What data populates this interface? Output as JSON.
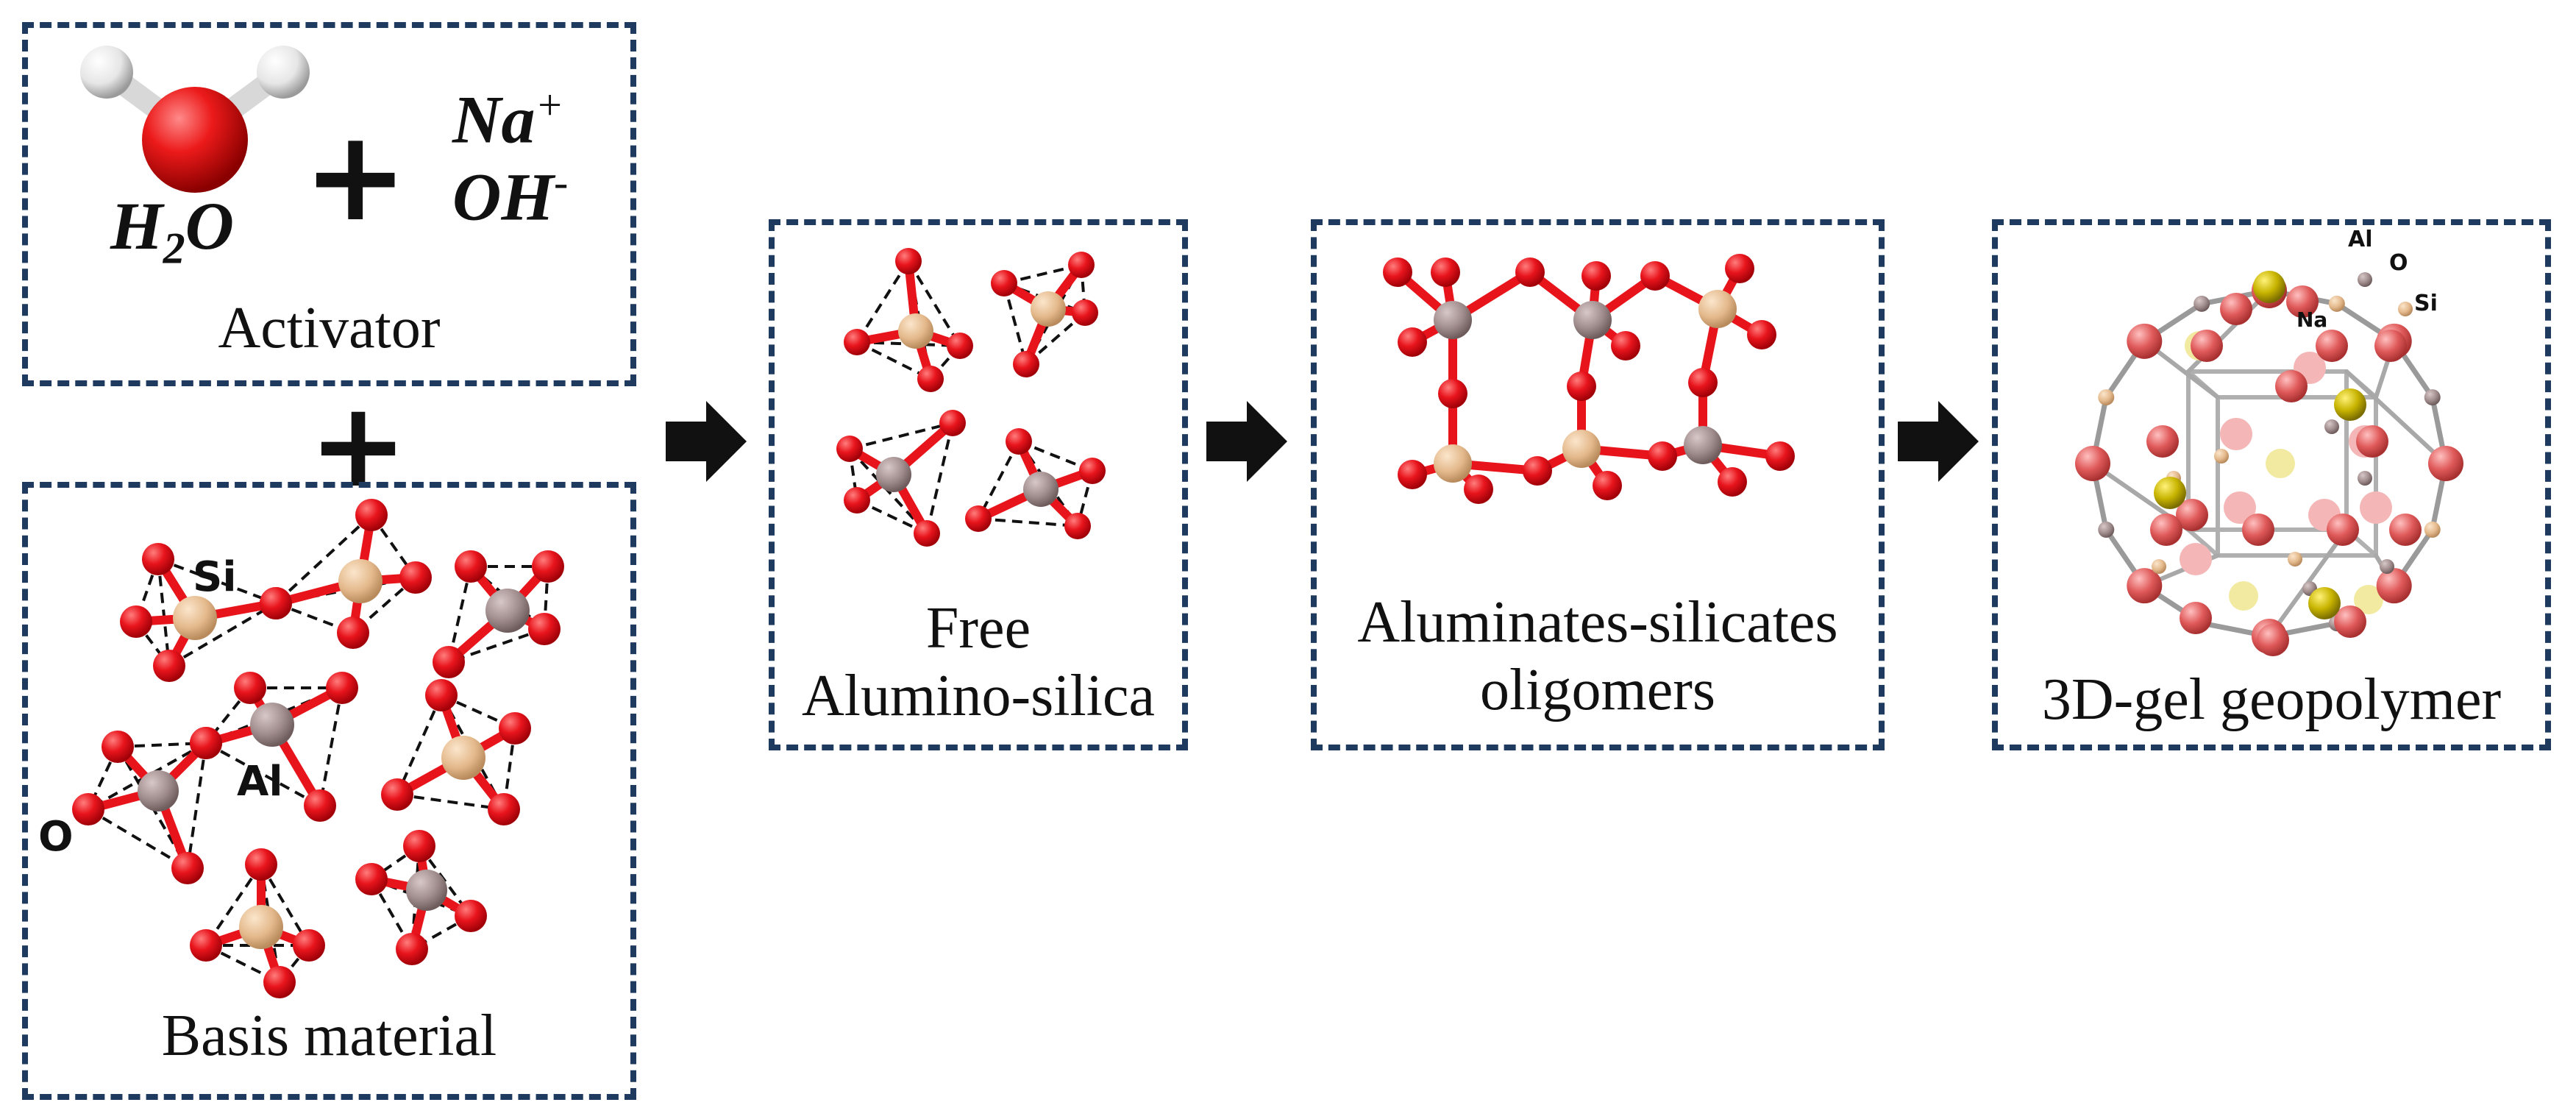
{
  "activator": {
    "h": "H",
    "sub2": "2",
    "o": "O",
    "na": "Na",
    "plus_sup": "+",
    "oh": "OH",
    "minus_sup": "-",
    "plus_sign": "+",
    "label": "Activator"
  },
  "between_plus": "+",
  "basis": {
    "label": "Basis material",
    "si": "Si",
    "al": "Al",
    "o": "O"
  },
  "free": {
    "line1": "Free",
    "line2": "Alumino-silica"
  },
  "oligomers": {
    "line1": "Aluminates-silicates",
    "line2": "oligomers"
  },
  "gel": {
    "label": "3D-gel geopolymer",
    "al": "Al",
    "o": "O",
    "na": "Na",
    "si": "Si"
  },
  "colors": {
    "border": "#1f3a5f",
    "oxygen": "#e8141c",
    "silicon": "#e4b98c",
    "aluminium": "#a08c8c",
    "sodium": "#c8b400"
  }
}
